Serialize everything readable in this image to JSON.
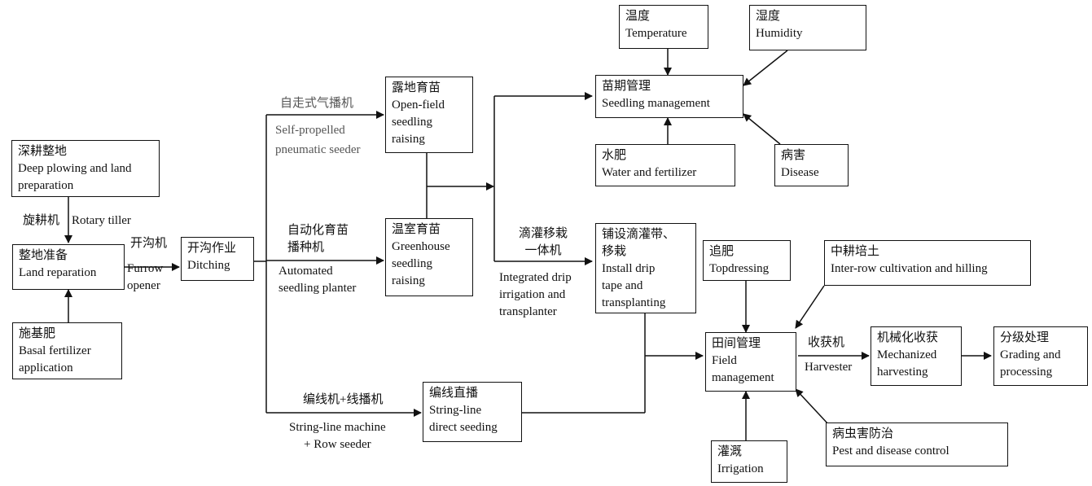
{
  "nodes": {
    "deep_plowing": {
      "zh": "深耕整地",
      "en": "Deep plowing and land\npreparation"
    },
    "land_preparation": {
      "zh": "整地准备",
      "en": "Land reparation"
    },
    "basal_fertilizer": {
      "zh": "施基肥",
      "en": "Basal fertilizer\napplication"
    },
    "ditching": {
      "zh": "开沟作业",
      "en": "Ditching"
    },
    "open_field_seedling": {
      "zh": "露地育苗",
      "en": "Open-field\nseedling\nraising"
    },
    "greenhouse_seedling": {
      "zh": "温室育苗",
      "en": "Greenhouse\nseedling\nraising"
    },
    "string_line_seeding": {
      "zh": "编线直播",
      "en": "String-line\ndirect seeding"
    },
    "temperature": {
      "zh": "温度",
      "en": "Temperature"
    },
    "humidity": {
      "zh": "湿度",
      "en": "Humidity"
    },
    "seedling_management": {
      "zh": "苗期管理",
      "en": "Seedling management"
    },
    "water_fertilizer": {
      "zh": "水肥",
      "en": "Water and fertilizer"
    },
    "disease": {
      "zh": "病害",
      "en": "Disease"
    },
    "drip_tape": {
      "zh": "铺设滴灌带、\n移栽",
      "en": "Install drip\ntape and\ntransplanting"
    },
    "topdressing": {
      "zh": "追肥",
      "en": "Topdressing"
    },
    "inter_row": {
      "zh": "中耕培土",
      "en": "Inter-row cultivation and hilling"
    },
    "field_management": {
      "zh": "田间管理",
      "en": "Field\nmanagement"
    },
    "mechanized_harvesting": {
      "zh": "机械化收获",
      "en": "Mechanized\nharvesting"
    },
    "grading": {
      "zh": "分级处理",
      "en": "Grading and\nprocessing"
    },
    "irrigation": {
      "zh": "灌溉",
      "en": "Irrigation"
    },
    "pest_control": {
      "zh": "病虫害防治",
      "en": "Pest and disease control"
    }
  },
  "edge_labels": {
    "rotary_tiller_zh": "旋耕机",
    "rotary_tiller_en": "Rotary tiller",
    "furrow_opener_zh": "开沟机",
    "furrow_opener_en": "Furrow\nopener",
    "self_propelled_zh": "自走式气播机",
    "self_propelled_en": "Self-propelled\npneumatic seeder",
    "automated_planter_zh": "自动化育苗\n播种机",
    "automated_planter_en": "Automated\nseedling planter",
    "string_line_machine_zh": "编线机+线播机",
    "string_line_machine_en": "String-line machine\n+ Row seeder",
    "drip_transplanter_zh": "滴灌移栽\n一体机",
    "drip_transplanter_en": "Integrated drip\nirrigation and\ntransplanter",
    "harvester_zh": "收获机",
    "harvester_en": "Harvester"
  }
}
